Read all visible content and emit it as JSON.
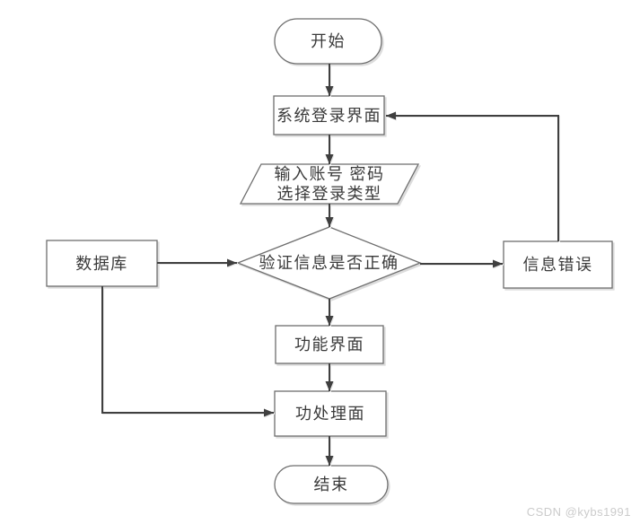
{
  "diagram": {
    "type": "flowchart",
    "background": "#ffffff",
    "colors": {
      "shape_fill": "#ffffff",
      "shape_border": "#6e6e6e",
      "arrow": "#3f3f3f",
      "text": "#3a3a3a",
      "shadow": "#dcdcdc",
      "watermark": "#cbcbcb"
    },
    "nodes": {
      "start": {
        "shape": "terminator",
        "label": "开始"
      },
      "login_screen": {
        "shape": "process",
        "label": "系统登录界面"
      },
      "input_credentials": {
        "shape": "input-output",
        "line1": "输入账号 密码",
        "line2": "选择登录类型"
      },
      "verify": {
        "shape": "decision",
        "label": "验证信息是否正确"
      },
      "database": {
        "shape": "process",
        "label": "数据库"
      },
      "info_error": {
        "shape": "process",
        "label": "信息错误"
      },
      "function_screen": {
        "shape": "process",
        "label": "功能界面"
      },
      "process_screen": {
        "shape": "process",
        "label": "功处理面"
      },
      "end": {
        "shape": "terminator",
        "label": "结束"
      }
    },
    "edges": [
      {
        "from": "start",
        "to": "login_screen"
      },
      {
        "from": "login_screen",
        "to": "input_credentials"
      },
      {
        "from": "input_credentials",
        "to": "verify"
      },
      {
        "from": "database",
        "to": "verify"
      },
      {
        "from": "verify",
        "to": "info_error"
      },
      {
        "from": "info_error",
        "to": "login_screen"
      },
      {
        "from": "verify",
        "to": "function_screen"
      },
      {
        "from": "function_screen",
        "to": "process_screen"
      },
      {
        "from": "database",
        "to": "process_screen"
      },
      {
        "from": "process_screen",
        "to": "end"
      }
    ]
  },
  "watermark": {
    "text": "CSDN @kybs1991"
  }
}
